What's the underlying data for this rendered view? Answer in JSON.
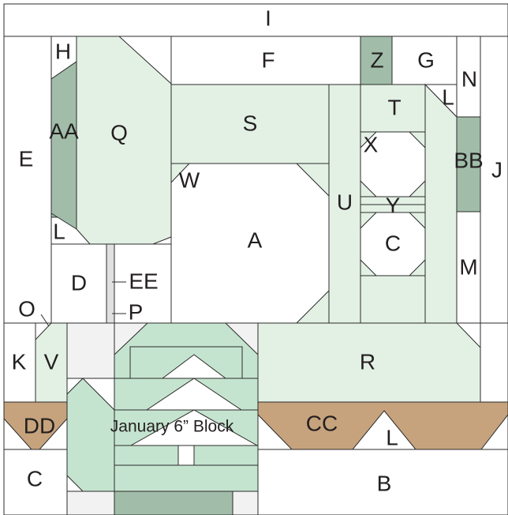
{
  "block": {
    "title": "January 6” Block",
    "labels": {
      "I": "I",
      "F": "F",
      "Z": "Z",
      "G": "G",
      "N": "N",
      "L": "L",
      "H": "H",
      "AA": "AA",
      "Q": "Q",
      "S": "S",
      "T": "T",
      "X": "X",
      "E": "E",
      "BB": "BB",
      "J": "J",
      "W": "W",
      "U": "U",
      "Y": "Y",
      "A": "A",
      "C": "C",
      "M": "M",
      "D": "D",
      "EE": "EE",
      "O": "O",
      "P": "P",
      "K": "K",
      "V": "V",
      "R": "R",
      "DD": "DD",
      "CC": "CC",
      "B": "B"
    }
  },
  "colors": {
    "light_green": "#e3f1e5",
    "medium_green": "#c5e4cf",
    "dark_green": "#a1bda9",
    "tan": "#c6a37d",
    "gray": "#f2f2f2",
    "outline": "#2b2b2b"
  }
}
